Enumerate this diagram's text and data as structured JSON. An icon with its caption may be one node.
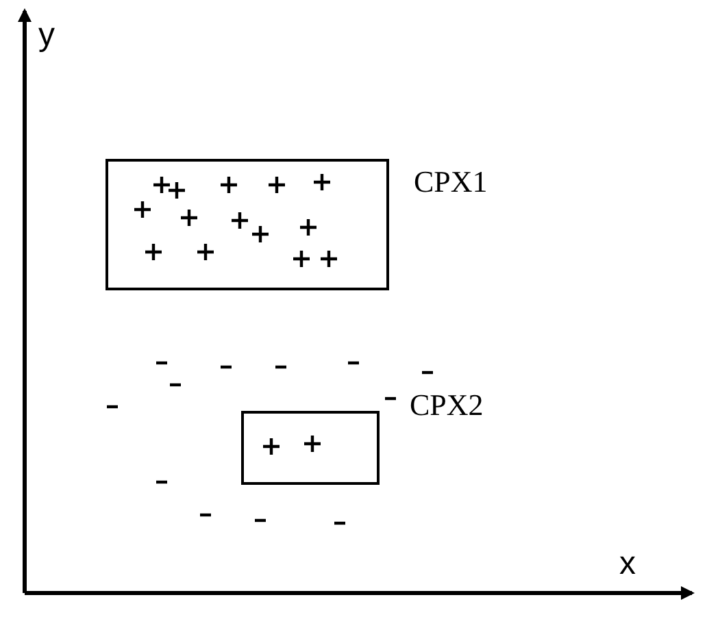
{
  "diagram": {
    "nodes": [
      {
        "text": [
          "CPX1"
        ]
      },
      {
        "text": [
          "CPX2"
        ]
      }
    ],
    "labels": [
      "y",
      "x"
    ]
  }
}
